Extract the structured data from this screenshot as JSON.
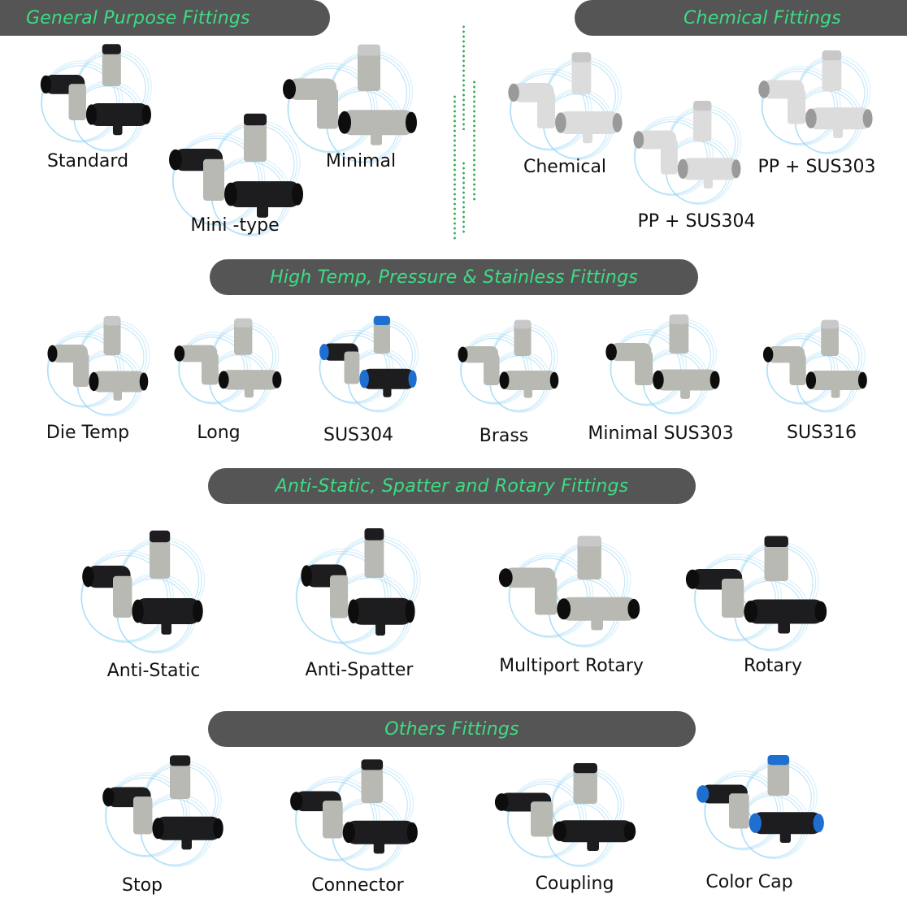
{
  "colors": {
    "banner_bg": "#555555",
    "banner_text": "#3ddc84",
    "label_text": "#111111",
    "divider": "#2fa84f",
    "ring": "#8fd3f4",
    "fitting_black": "#1d1d1f",
    "fitting_steel": "#b9b9b4",
    "fitting_white": "#dcdcdc",
    "fitting_blue": "#1f6fd1"
  },
  "sections": {
    "general": {
      "title": "General Purpose Fittings",
      "items": [
        {
          "label": "Standard",
          "style": "black"
        },
        {
          "label": "Mini -type",
          "style": "black"
        },
        {
          "label": "Minimal",
          "style": "steel"
        }
      ]
    },
    "chemical": {
      "title": "Chemical Fittings",
      "items": [
        {
          "label": "Chemical",
          "style": "white"
        },
        {
          "label": "PP + SUS304",
          "style": "white"
        },
        {
          "label": "PP + SUS303",
          "style": "white"
        }
      ]
    },
    "high_temp": {
      "title": "High Temp, Pressure & Stainless Fittings",
      "items": [
        {
          "label": "Die Temp",
          "style": "steel"
        },
        {
          "label": "Long",
          "style": "steel"
        },
        {
          "label": "SUS304",
          "style": "blue"
        },
        {
          "label": "Brass",
          "style": "steel"
        },
        {
          "label": "Minimal SUS303",
          "style": "steel"
        },
        {
          "label": "SUS316",
          "style": "steel"
        }
      ]
    },
    "anti_static": {
      "title": "Anti-Static, Spatter and Rotary Fittings",
      "items": [
        {
          "label": "Anti-Static",
          "style": "black"
        },
        {
          "label": "Anti-Spatter",
          "style": "black"
        },
        {
          "label": "Multiport Rotary",
          "style": "steel"
        },
        {
          "label": "Rotary",
          "style": "black"
        }
      ]
    },
    "others": {
      "title": "Others Fittings",
      "items": [
        {
          "label": "Stop",
          "style": "black"
        },
        {
          "label": "Connector",
          "style": "black"
        },
        {
          "label": "Coupling",
          "style": "black"
        },
        {
          "label": "Color Cap",
          "style": "blue"
        }
      ]
    }
  }
}
